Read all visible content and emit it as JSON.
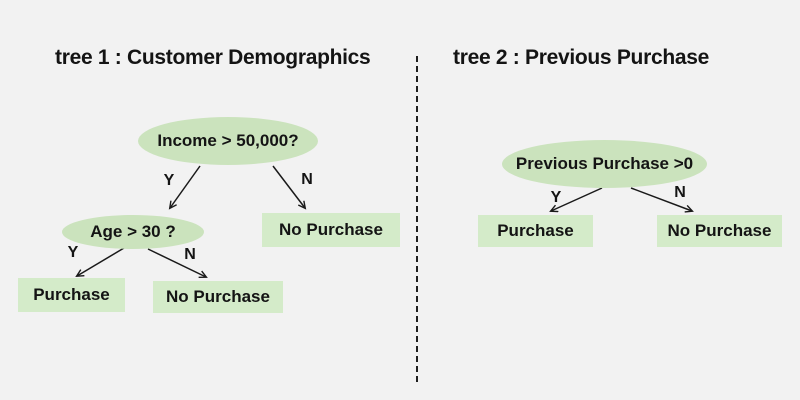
{
  "colors": {
    "background": "#f2f2f2",
    "ellipse_fill": "#cbe3bd",
    "rect_fill": "#d4ebc9",
    "text": "#141414",
    "line": "#1a1a1a"
  },
  "tree1": {
    "title": "tree 1 : Customer Demographics",
    "root": "Income > 50,000?",
    "root_yes": "Y",
    "root_no": "N",
    "child": "Age > 30 ?",
    "child_yes": "Y",
    "child_no": "N",
    "leaf_no_purchase_upper": "No Purchase",
    "leaf_purchase": "Purchase",
    "leaf_no_purchase_lower": "No Purchase"
  },
  "tree2": {
    "title": "tree 2 : Previous Purchase",
    "root": "Previous Purchase >0",
    "yes": "Y",
    "no": "N",
    "leaf_purchase": "Purchase",
    "leaf_no_purchase": "No Purchase"
  }
}
